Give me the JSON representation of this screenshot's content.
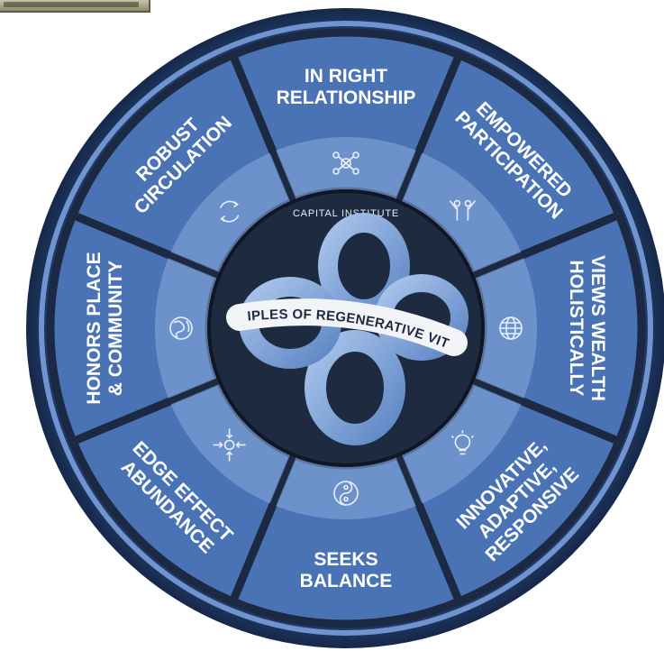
{
  "diagram": {
    "center_top_label": "CAPITAL INSTITUTE",
    "center_ribbon_label": "PRINCIPLES OF REGENERATIVE VITALITY",
    "colors": {
      "outer_ring": "#2e4f86",
      "segment": "#4a73b6",
      "inner_ring": "#86a7d8",
      "hub": "#1e2a40",
      "divider": "#1b2942",
      "ribbon": "#f2f4f8",
      "loop": "#7fa6dd"
    },
    "segments": [
      {
        "id": "in-right-relationship",
        "lines": [
          "IN RIGHT",
          "RELATIONSHIP"
        ],
        "icon": "network-icon"
      },
      {
        "id": "empowered-participation",
        "lines": [
          "EMPOWERED",
          "PARTICIPATION"
        ],
        "icon": "people-icon"
      },
      {
        "id": "views-wealth-holistically",
        "lines": [
          "VIEWS WEALTH",
          "HOLISTICALLY"
        ],
        "icon": "globe-icon"
      },
      {
        "id": "innovative-adaptive-responsive",
        "lines": [
          "INNOVATIVE,",
          "ADAPTIVE,",
          "RESPONSIVE"
        ],
        "icon": "lightbulb-icon"
      },
      {
        "id": "seeks-balance",
        "lines": [
          "SEEKS",
          "BALANCE"
        ],
        "icon": "yin-yang-icon"
      },
      {
        "id": "edge-effect-abundance",
        "lines": [
          "EDGE EFFECT",
          "ABUNDANCE"
        ],
        "icon": "arrows-converge-icon"
      },
      {
        "id": "honors-place-community",
        "lines": [
          "HONORS PLACE",
          "& COMMUNITY"
        ],
        "icon": "earth-icon"
      },
      {
        "id": "robust-circulation",
        "lines": [
          "ROBUST",
          "CIRCULATION"
        ],
        "icon": "cycle-icon"
      }
    ]
  }
}
